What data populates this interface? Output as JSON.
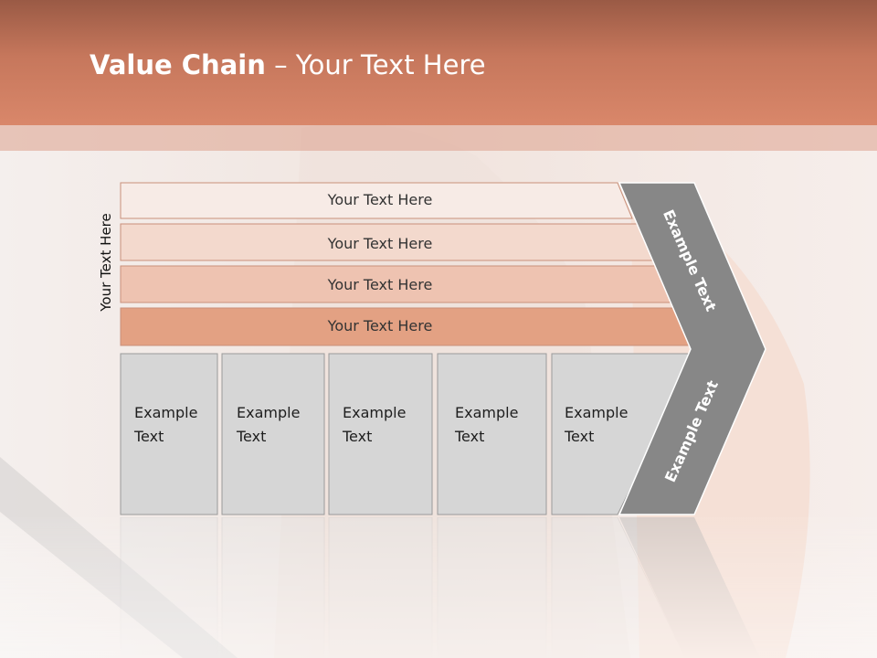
{
  "slide": {
    "title_bold": "Value Chain",
    "title_rest": " – Your Text Here",
    "side_label": "Your Text Here"
  },
  "rows": [
    {
      "label": "Your Text Here",
      "color": "#f7ebe6"
    },
    {
      "label": "Your Text Here",
      "color": "#f3d9cd"
    },
    {
      "label": "Your Text Here",
      "color": "#eec3b1"
    },
    {
      "label": "Your Text Here",
      "color": "#e3a183"
    }
  ],
  "columns": [
    {
      "line1": "Example",
      "line2": "Text"
    },
    {
      "line1": "Example",
      "line2": "Text"
    },
    {
      "line1": "Example",
      "line2": "Text"
    },
    {
      "line1": "Example",
      "line2": "Text"
    },
    {
      "line1": "Example",
      "line2": "Text"
    }
  ],
  "chevron": {
    "upper_label": "Example Text",
    "lower_label": "Example Text",
    "color": "#878787"
  },
  "colors": {
    "accent": "#d17a5c",
    "box_fill": "#d6d6d6"
  }
}
